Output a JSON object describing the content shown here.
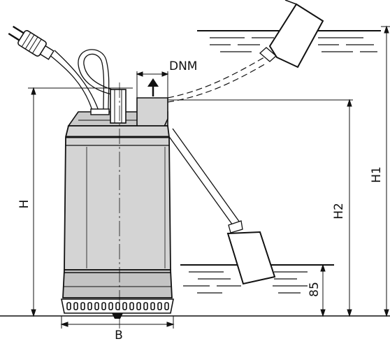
{
  "labels": {
    "dnm": "DNM",
    "h": "H",
    "h1": "H1",
    "h2": "H2",
    "b": "B",
    "level_85": "85"
  },
  "colors": {
    "ink": "#111111",
    "pump_body": "#d4d4d4",
    "pump_shade": "#bdbdbd",
    "cap_dark": "#c9c9c9",
    "background": "#ffffff"
  }
}
